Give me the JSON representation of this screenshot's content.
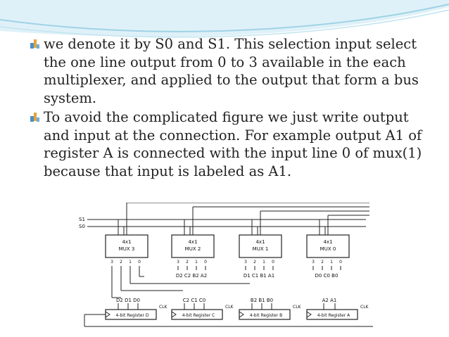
{
  "slide": {
    "bullets": [
      {
        "text": " we denote it by S0 and S1. This selection input select the one  line output from 0 to 3 available in the each multiplexer, and applied to the output that form a bus system.",
        "icon": "bullet-icon"
      },
      {
        "text": "To avoid the complicated figure we just write output and input at the connection. For example output A1 of register A is connected with the input line 0 of mux(1) because that input is labeled as A1.",
        "icon": "bullet-icon"
      }
    ],
    "figure": {
      "select_labels": [
        "S1",
        "S0"
      ],
      "muxes": [
        {
          "size": "4x1",
          "name": "MUX 3",
          "input_numbers": [
            "3",
            "2",
            "1",
            "0"
          ]
        },
        {
          "size": "4x1",
          "name": "MUX 2",
          "input_numbers": [
            "3",
            "2",
            "1",
            "0"
          ]
        },
        {
          "size": "4x1",
          "name": "MUX 1",
          "input_numbers": [
            "3",
            "2",
            "1",
            "0"
          ]
        },
        {
          "size": "4x1",
          "name": "MUX 0",
          "input_numbers": [
            "3",
            "2",
            "1",
            "0"
          ]
        }
      ],
      "mux_input_labels": [
        "D2 C2 B2 A2",
        "D1 C1 B1 A1",
        "D0 C0 B0"
      ],
      "registers": [
        {
          "name": "4-bit Register D",
          "outputs": "D2 D1 D0",
          "clock": "CLK"
        },
        {
          "name": "4-bit Register C",
          "outputs": "C2 C1 C0",
          "clock": "CLK"
        },
        {
          "name": "4-bit Register B",
          "outputs": "B2 B1 B0",
          "clock": "CLK"
        },
        {
          "name": "4-bit Register A",
          "outputs": "A2 A1",
          "clock": "CLK"
        }
      ]
    }
  },
  "colors": {
    "swoosh": "#cfe9f4",
    "swoosh_accent": "#7fc5de",
    "bullet": "#e8a33a",
    "text": "#222222"
  }
}
